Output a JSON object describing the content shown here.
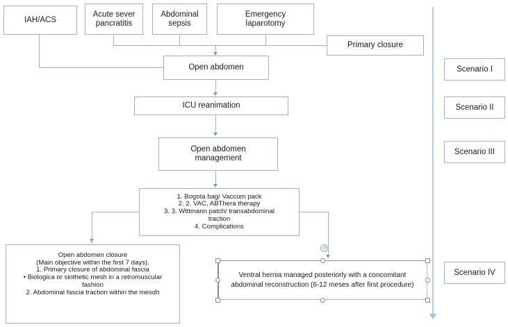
{
  "diagram": {
    "title": "Open abdomen management flowchart",
    "colors": {
      "box_border": "#9bb3c6",
      "connector": "#9bb3c6",
      "arrow": "#6f9cc4",
      "spine": "#b3cde4",
      "selection_handle": "#8a8a8a",
      "text": "#1a1a1a",
      "background": "#ffffff"
    },
    "causes": [
      {
        "id": "iah_acs",
        "label": "IAH/ACS"
      },
      {
        "id": "pancreatitis",
        "label": "Acute sever\npancratitis"
      },
      {
        "id": "sepsis",
        "label": "Abdominal\nsepsis"
      },
      {
        "id": "laparotomy",
        "label": "Emergency\nlaparotomy"
      }
    ],
    "primary_closure": {
      "label": "Primary closure"
    },
    "open_abdomen": {
      "label": "Open abdomen"
    },
    "icu": {
      "label": "ICU reanimation"
    },
    "open_abdomen_management": {
      "label": "Open abdomen\nmanagement"
    },
    "techniques_box": {
      "lines": [
        "1.        Bogota bag/ Vaccum pack",
        "2.        2. VAC, ABThera therapy",
        "3.     3. Wittmann patch/ transabdominal",
        "traction",
        "4.        Complications"
      ]
    },
    "closure_box": {
      "lines": [
        "Open abdomen closure",
        "(Main objective within the first 7 days).",
        "1.        Primary closure of abdominal fascia",
        "•   Biologica or sinthetic mesh in a retromuscular",
        "fashion",
        "2. Abdominal fascia traction within the mesdh"
      ]
    },
    "ventral_hernia_box": {
      "lines": [
        "Ventral hernia managed posteriorly with a concomitant",
        "abdominal reconstruction (6-12 meses after first procedure)"
      ],
      "selected": true,
      "rotation_handle_icon": "rotate-icon"
    },
    "scenarios": [
      {
        "id": "scenario_1",
        "label": "Scenario I"
      },
      {
        "id": "scenario_2",
        "label": "Scenario II"
      },
      {
        "id": "scenario_3",
        "label": "Scenario III"
      },
      {
        "id": "scenario_4",
        "label": "Scenario IV"
      }
    ]
  }
}
